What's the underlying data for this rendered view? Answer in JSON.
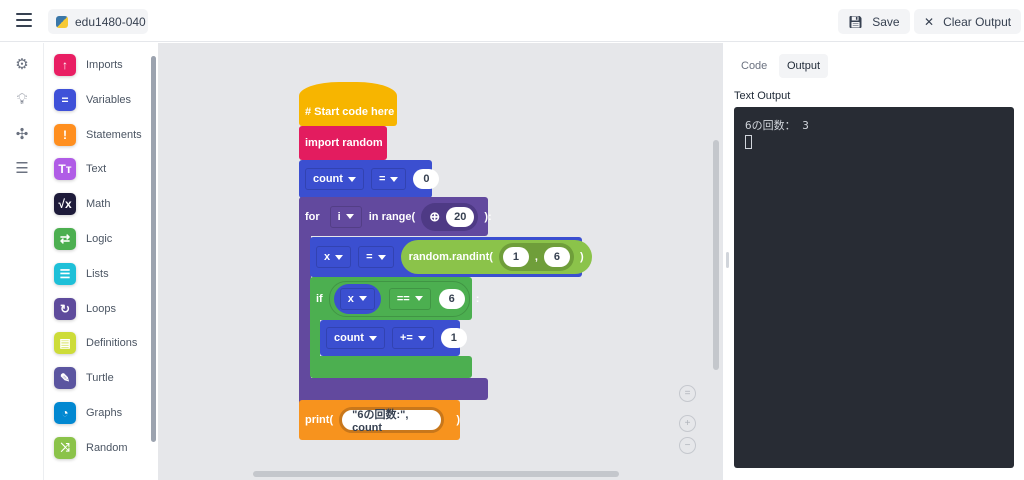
{
  "header": {
    "project_name": "edu1480-040",
    "save_label": "Save",
    "clear_label": "Clear Output"
  },
  "rail": [
    "settings-icon",
    "lightbulb-icon",
    "puzzle-icon",
    "checklist-icon"
  ],
  "toolbox": [
    {
      "label": "Imports",
      "color": "#e91e63",
      "glyph": "↑"
    },
    {
      "label": "Variables",
      "color": "#3f51d8",
      "glyph": "="
    },
    {
      "label": "Statements",
      "color": "#ff8f1f",
      "glyph": "!"
    },
    {
      "label": "Text",
      "color": "#b05ce6",
      "glyph": "Tт"
    },
    {
      "label": "Math",
      "color": "#1e1b3a",
      "glyph": "√x"
    },
    {
      "label": "Logic",
      "color": "#4caf50",
      "glyph": "⇄"
    },
    {
      "label": "Lists",
      "color": "#1ec0d8",
      "glyph": "☰"
    },
    {
      "label": "Loops",
      "color": "#5e4b9c",
      "glyph": "↻"
    },
    {
      "label": "Definitions",
      "color": "#cddc39",
      "glyph": "▤"
    },
    {
      "label": "Turtle",
      "color": "#5b55a0",
      "glyph": "✎"
    },
    {
      "label": "Graphs",
      "color": "#0288d1",
      "glyph": "◔"
    },
    {
      "label": "Random",
      "color": "#8bc34a",
      "glyph": "⤨"
    }
  ],
  "blocks": {
    "start": "# Start code here",
    "import": "import random",
    "assign1": {
      "var": "count",
      "op": "=",
      "value": "0"
    },
    "for": {
      "kw": "for",
      "var": "i",
      "range": "in range(",
      "end": "20",
      "close": "):"
    },
    "assign2": {
      "var": "x",
      "op": "=",
      "func": "random.randint(",
      "a": "1",
      "sep": ",",
      "b": "6",
      "close": ")"
    },
    "if": {
      "kw": "if",
      "var": "x",
      "op": "==",
      "value": "6",
      "colon": ":"
    },
    "aug": {
      "var": "count",
      "op": "+=",
      "value": "1"
    },
    "print": {
      "kw": "print(",
      "arg": "\"6の回数:\", count",
      "close": ")"
    }
  },
  "panel": {
    "tabs": [
      "Code",
      "Output"
    ],
    "active_tab": "Output",
    "output_label": "Text Output",
    "output_lines": [
      "6の回数： 3"
    ]
  }
}
